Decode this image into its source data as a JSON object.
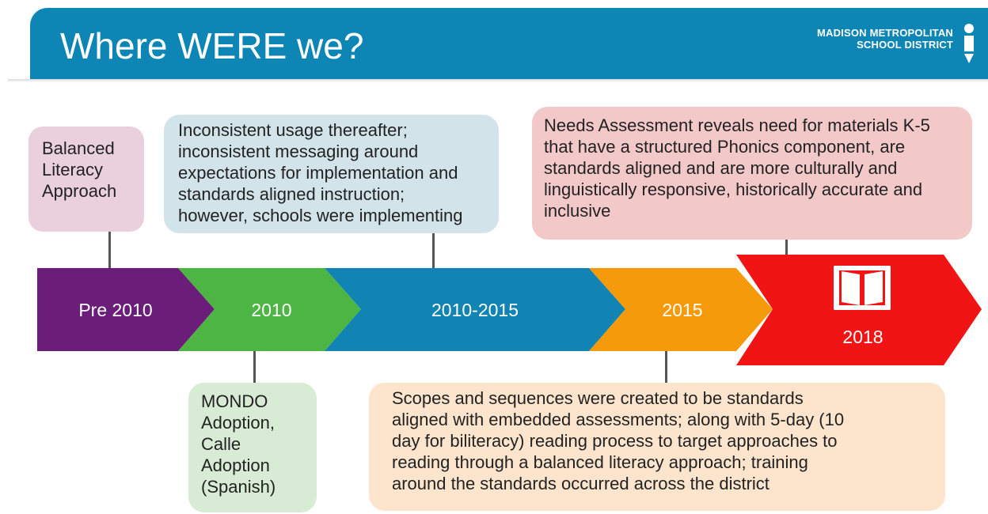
{
  "header": {
    "title": "Where WERE we?",
    "logo_line1": "Madison Metropolitan",
    "logo_line2": "School District",
    "bar_color": "#0e86b5"
  },
  "timeline": {
    "stages": [
      {
        "label": "Pre 2010",
        "color": "#6a1e7a"
      },
      {
        "label": "2010",
        "color": "#4cb544"
      },
      {
        "label": "2010-2015",
        "color": "#1284b3"
      },
      {
        "label": "2015",
        "color": "#f59a0a"
      },
      {
        "label": "2018",
        "color": "#f01414",
        "icon": "book-icon"
      }
    ]
  },
  "callouts": {
    "pre2010": [
      "Balanced",
      "Literacy",
      "Approach"
    ],
    "y2010": [
      "MONDO",
      "Adoption,",
      "Calle",
      "Adoption",
      "(Spanish)"
    ],
    "y2010_2015": [
      "Inconsistent usage thereafter;",
      "inconsistent messaging around",
      "expectations for implementation and",
      "standards aligned instruction;",
      "however, schools were implementing"
    ],
    "y2015": [
      "Scopes and sequences were created to be standards",
      "aligned with embedded assessments; along with 5-day (10",
      "day for biliteracy) reading process to target approaches to",
      "reading through a balanced literacy approach; training",
      "around the standards occurred across the district"
    ],
    "y2018": [
      "Needs Assessment reveals need for materials K-5",
      "that have a structured Phonics component, are",
      "standards aligned and are more culturally and",
      "linguistically responsive, historically accurate and",
      "inclusive"
    ]
  }
}
